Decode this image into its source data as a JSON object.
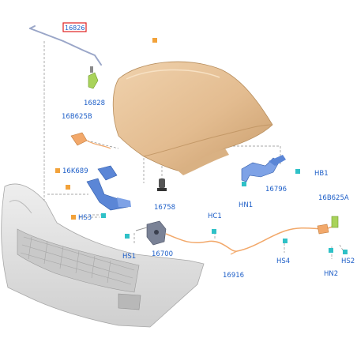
{
  "diagram": {
    "colors": {
      "label": "#1e5fc8",
      "hood": "#e8c49a",
      "hood_dark": "#c9a071",
      "bracket": "#5b86d6",
      "clip": "#2fc1c7",
      "marker": "#f2a23a",
      "select_box": "#e02020",
      "bumper": "#dedede",
      "cable": "#f2a86a"
    },
    "labels": {
      "p16826": "16826",
      "p16828": "16828",
      "p16b625b": "16B625B",
      "p16k689": "16K689",
      "hs3": "HS3",
      "p16758": "16758",
      "hs1": "HS1",
      "p16700": "16700",
      "hc1": "HC1",
      "p16916": "16916",
      "hn1": "HN1",
      "p16796": "16796",
      "hb1": "HB1",
      "p16b625a": "16B625A",
      "hs4": "HS4",
      "hn2": "HN2",
      "hs2": "HS2"
    }
  }
}
